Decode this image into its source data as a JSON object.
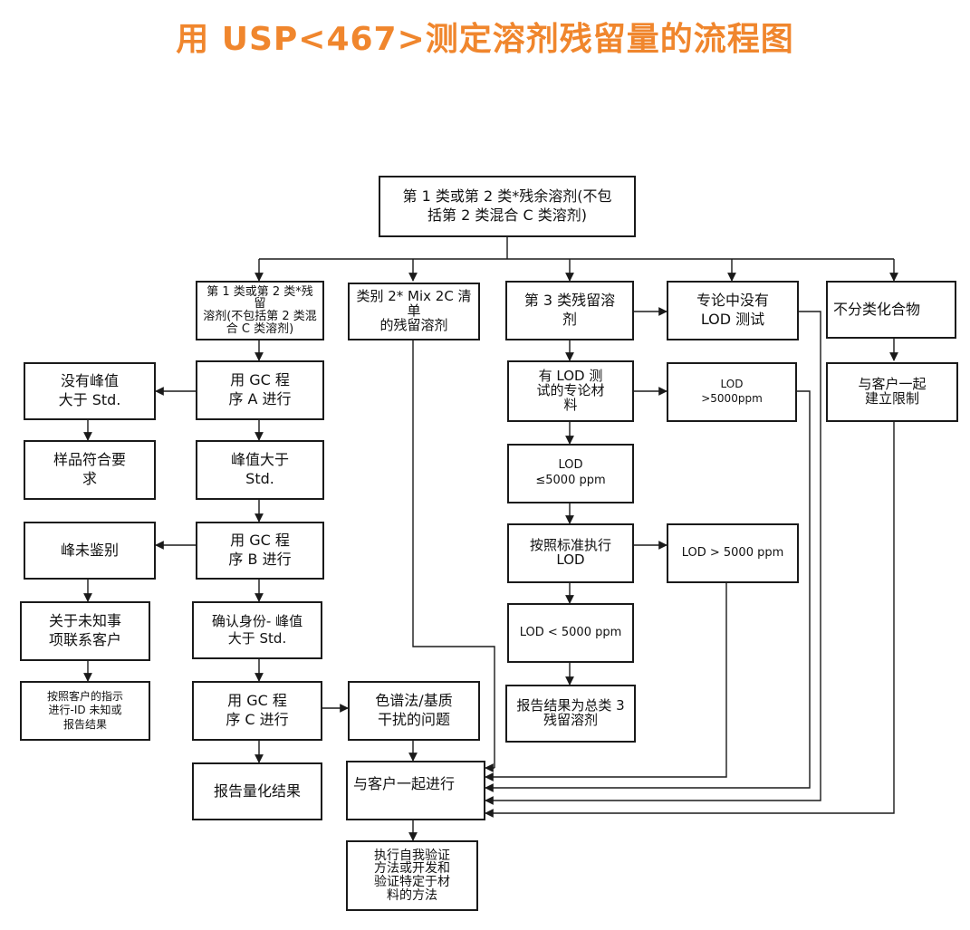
{
  "title": "用 USP<467>测定溶剂残留量的流程图",
  "nodes": {
    "root": "第 1 类或第 2 类*残余溶剂(不包\n括第 2 类混合 C 类溶剂)",
    "c1_head": "第 1 类或第 2 类*残留\n溶剂(不包括第 2 类混\n合 C 类溶剂)",
    "c1_gc_a": "用 GC 程\n序 A 进行",
    "c1_peak_gt_std": "峰值大于\nStd.",
    "c1_gc_b": "用 GC 程\n序 B 进行",
    "c1_confirm_identity": "确认身份- 峰值\n大于 Std.",
    "c1_gc_c": "用 GC 程\n序 C 进行",
    "c1_report_quant": "报告量化结果",
    "c0_no_peak": "没有峰值\n大于 Std.",
    "c0_sample_ok": "样品符合要\n求",
    "c0_peak_unidentified": "峰未鉴别",
    "c0_contact_customer": "关于未知事\n项联系客户",
    "c0_follow_instructions": "按照客户的指示\n进行-ID 未知或\n报告结果",
    "c2_head": "类别 2* Mix 2C 清单\n的残留溶剂",
    "c2_chrom_issue": "色谱法/基质\n干扰的问题",
    "c2_with_customer": "与客户一起进行",
    "c2_self_validation": "执行自我验证\n方法或开发和\n验证特定于材\n料的方法",
    "c3_head": "第 3 类残留溶\n剂",
    "c3_lod_material": "有 LOD 测\n试的专论材\n料",
    "c3_lod_le_5000": "LOD\n≤5000 ppm",
    "c3_follow_lod": "按照标准执行\nLOD",
    "c3_lod_lt_5000": "LOD < 5000 ppm",
    "c3_report_total": "报告结果为总类 3\n残留溶剂",
    "c4_no_lod": "专论中没有\nLOD 测试",
    "c4_lod_gt_5000a": "LOD\n>5000ppm",
    "c4_lod_gt_5000b": "LOD > 5000 ppm",
    "c5_unclassified": "不分类化合物",
    "c5_set_limits": "与客户一起\n建立限制"
  },
  "colors": {
    "title": "#f0862d",
    "line": "#1a1a1a"
  }
}
